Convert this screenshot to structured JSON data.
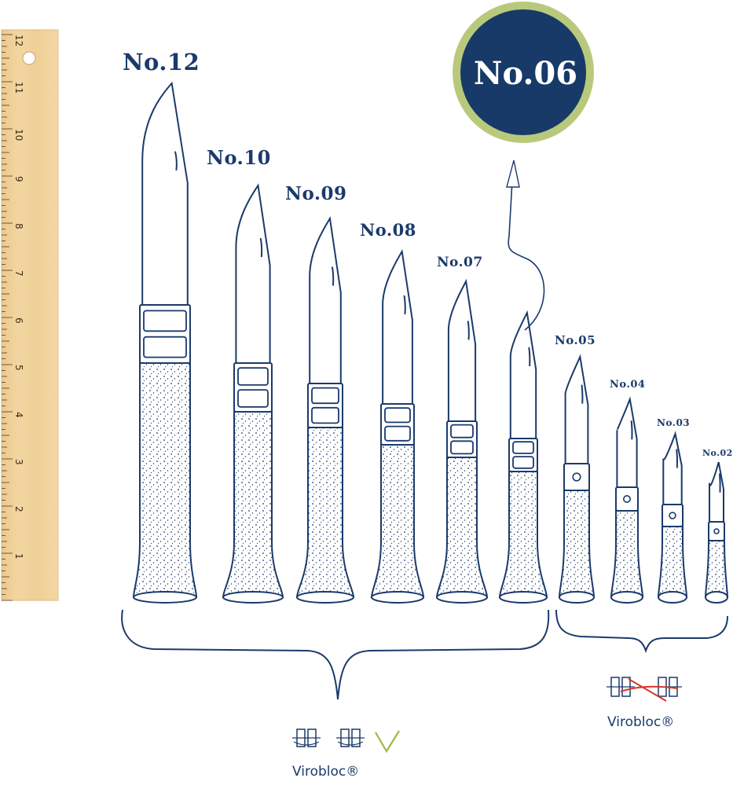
{
  "ruler": {
    "numbers": [
      "1",
      "2",
      "3",
      "4",
      "5",
      "6",
      "7",
      "8",
      "9",
      "10",
      "11",
      "12"
    ]
  },
  "knives": [
    {
      "label": "No.12"
    },
    {
      "label": "No.10"
    },
    {
      "label": "No.09"
    },
    {
      "label": "No.08"
    },
    {
      "label": "No.07"
    },
    {
      "label": "No.06"
    },
    {
      "label": "No.05"
    },
    {
      "label": "No.04"
    },
    {
      "label": "No.03"
    },
    {
      "label": "No.02"
    }
  ],
  "highlight": {
    "label": "No.06",
    "fill_color": "#173a68",
    "ring_color": "#b9c97c"
  },
  "groups": [
    {
      "brand": "Virobloc®",
      "check_color": "#9cb84a"
    },
    {
      "brand": "Virobloc®",
      "cross_color": "#d9362b"
    }
  ],
  "colors": {
    "ink": "#1b3a6b",
    "ruler_wood": "#f0d29c"
  }
}
